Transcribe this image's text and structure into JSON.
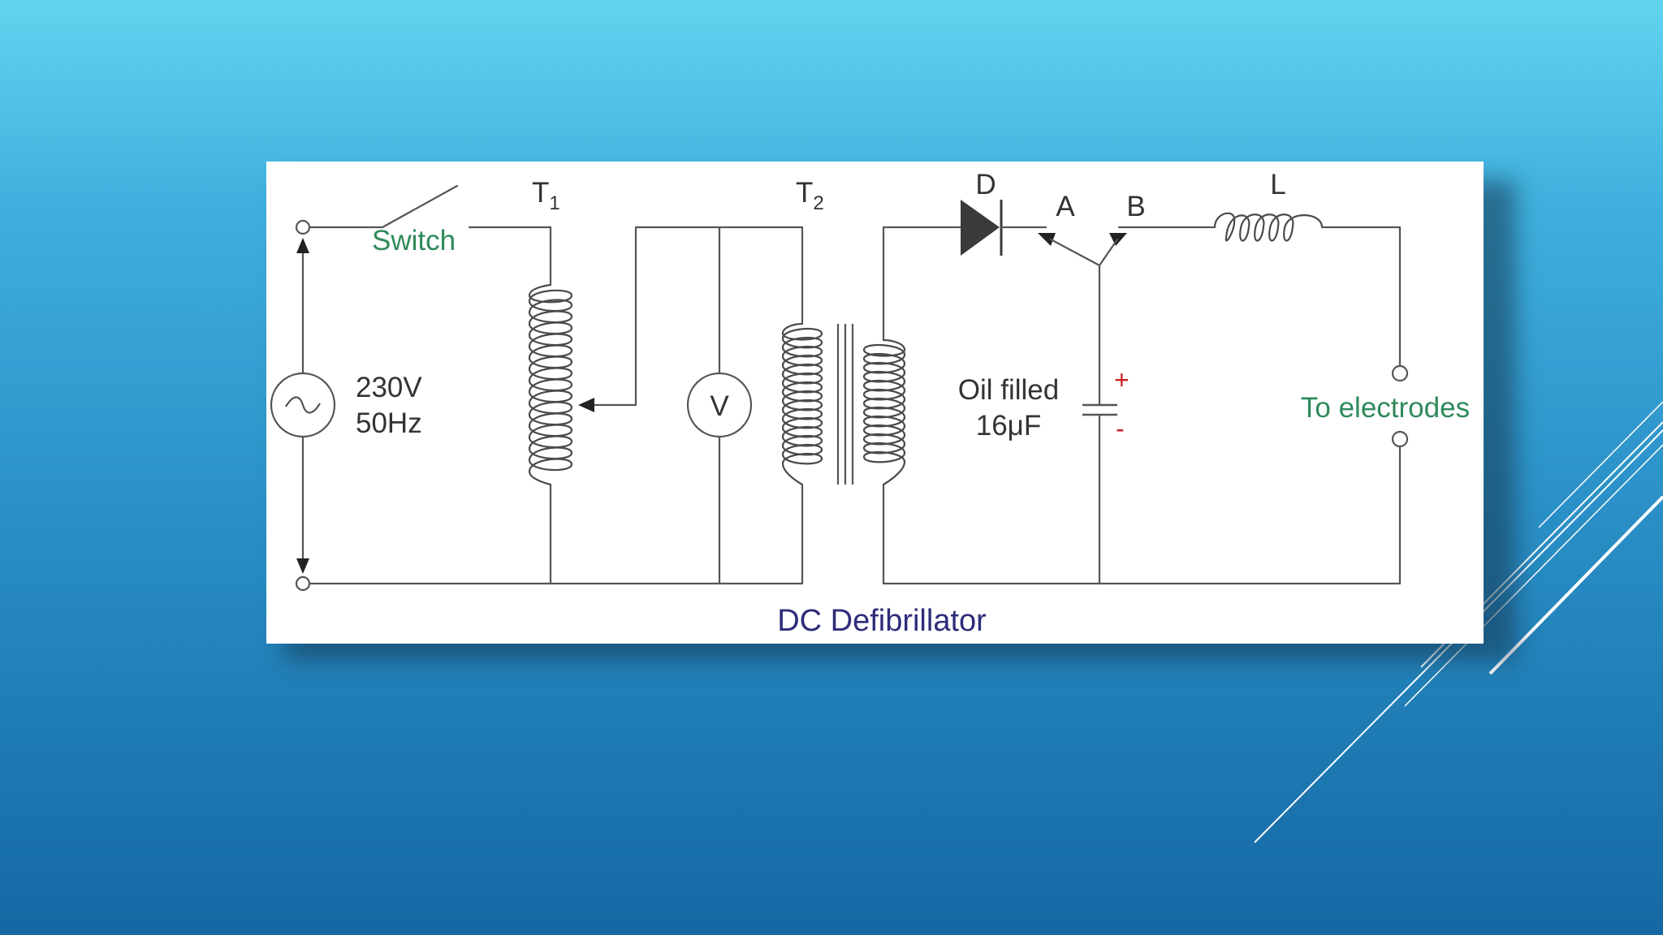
{
  "slide": {
    "background_top": "#62d3ef",
    "background_bottom": "#1468a3",
    "decoration_color": "#ffffff"
  },
  "diagram": {
    "caption": "DC Defibrillator",
    "labels": {
      "switch": "Switch",
      "source_voltage": "230V",
      "source_frequency": "50Hz",
      "t1": "T",
      "t1_sub": "1",
      "t2": "T",
      "t2_sub": "2",
      "voltmeter": "V",
      "diode": "D",
      "point_a": "A",
      "point_b": "B",
      "inductor": "L",
      "capacitor_line1": "Oil filled",
      "capacitor_line2": "16μF",
      "plus": "+",
      "minus": "-",
      "electrodes": "To electrodes"
    },
    "colors": {
      "wire": "#555555",
      "label": "#333333",
      "green_label": "#2f8a5a",
      "caption": "#2e2c7a",
      "polarity": "#cc2222"
    }
  }
}
